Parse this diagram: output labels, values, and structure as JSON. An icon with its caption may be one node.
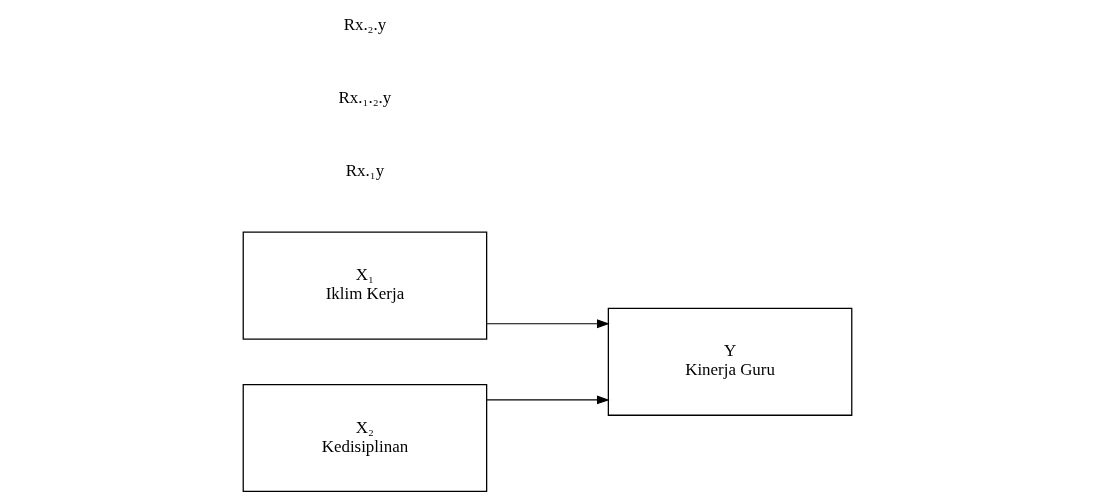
{
  "diagram": {
    "nodes": [
      {
        "text": [
          "X₁",
          "Iklim Kerja"
        ]
      },
      {
        "text": [
          "X₂",
          "Kedisiplinan"
        ]
      },
      {
        "text": [
          "Y",
          "Kinerja Guru"
        ]
      }
    ],
    "edges": [
      {
        "from": 0,
        "to": 2,
        "arrow": "to"
      },
      {
        "from": 1,
        "to": 2,
        "arrow": "to"
      }
    ],
    "labels": [
      "Rx.₁y",
      "Rx.₁.₂.y",
      "Rx.₂.y"
    ]
  }
}
